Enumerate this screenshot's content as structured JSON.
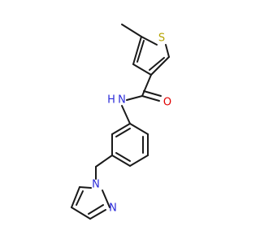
{
  "molecule": {
    "atoms": {
      "S": {
        "text": "S",
        "color": "#b5a300"
      },
      "O": {
        "text": "O",
        "color": "#e00000"
      },
      "NH": {
        "text": "N",
        "color": "#2b2bd9"
      },
      "H": {
        "text": "H",
        "color": "#2b2bd9"
      },
      "N1": {
        "text": "N",
        "color": "#2b2bd9"
      },
      "N2": {
        "text": "N",
        "color": "#2b2bd9"
      }
    },
    "bond_color": "#1a1a1a",
    "background": "#ffffff"
  }
}
